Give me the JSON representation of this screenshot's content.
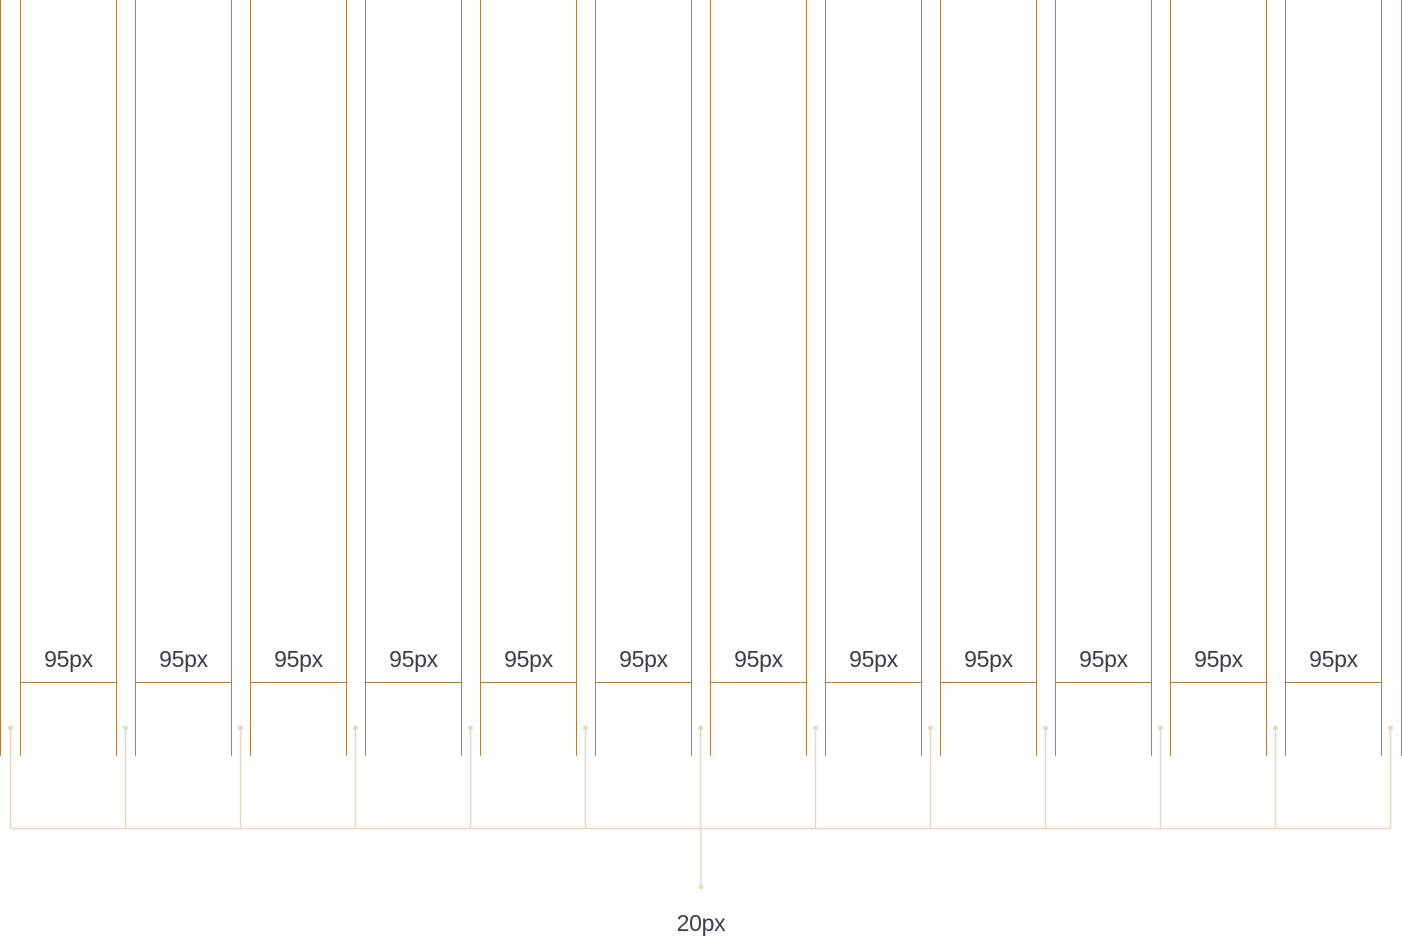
{
  "columns": [
    {
      "label": "95px"
    },
    {
      "label": "95px"
    },
    {
      "label": "95px"
    },
    {
      "label": "95px"
    },
    {
      "label": "95px"
    },
    {
      "label": "95px"
    },
    {
      "label": "95px"
    },
    {
      "label": "95px"
    },
    {
      "label": "95px"
    },
    {
      "label": "95px"
    },
    {
      "label": "95px"
    },
    {
      "label": "95px"
    }
  ],
  "gutter": {
    "label": "20px"
  },
  "colors": {
    "column_line": "#b07d45",
    "bracket_line": "#ead7c3",
    "text": "#3d3d4a"
  }
}
